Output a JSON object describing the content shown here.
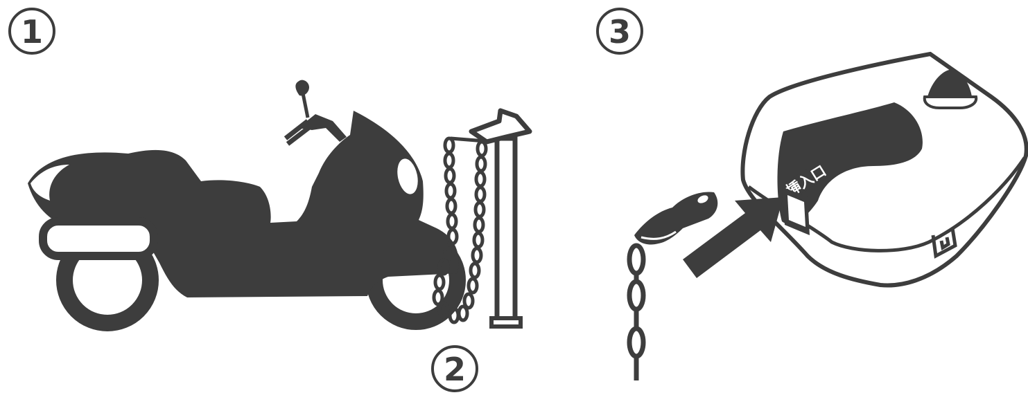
{
  "steps": [
    {
      "number": "1"
    },
    {
      "number": "2"
    },
    {
      "number": "3"
    }
  ],
  "insert_slot_label": "挿入口",
  "colors": {
    "ink": "#3d3d3d",
    "background": "#ffffff",
    "machine_body": "#ffffff",
    "arrow": "#3d3d3d"
  }
}
